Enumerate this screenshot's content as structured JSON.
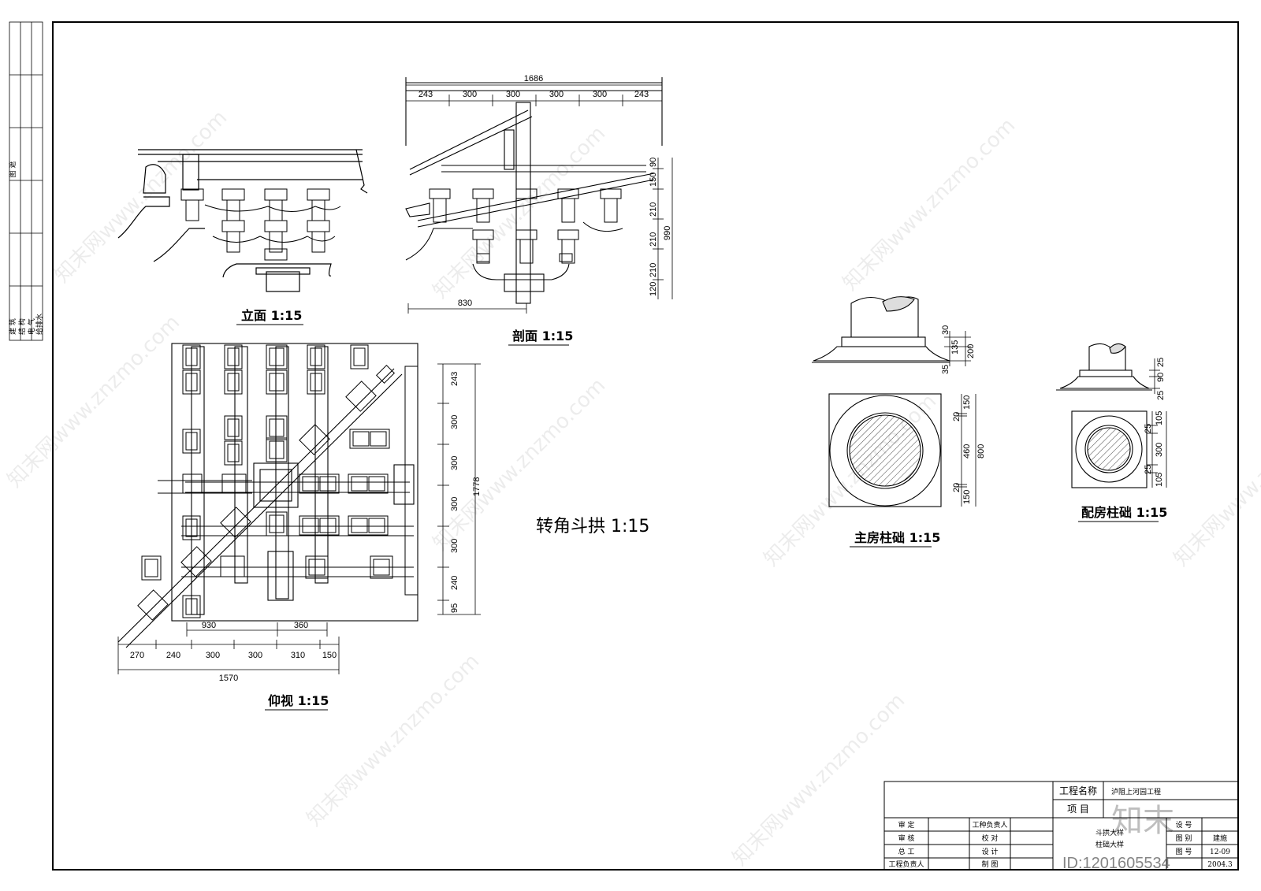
{
  "drawing": {
    "views": {
      "elevation": {
        "label": "立面 1:15"
      },
      "section": {
        "label": "剖面 1:15",
        "top_total": "1686",
        "top_dims": [
          "243",
          "300",
          "300",
          "300",
          "300",
          "243"
        ],
        "right_dims": [
          "90",
          "150",
          "210",
          "210",
          "210",
          "120"
        ],
        "right_total": "990",
        "bottom_dim": "830"
      },
      "bottom_view": {
        "label": "仰视 1:15",
        "right_dims": [
          "243",
          "300",
          "300",
          "300",
          "300",
          "240",
          "95"
        ],
        "right_total": "1778",
        "bottom_dims_1": [
          "930",
          "360"
        ],
        "bottom_dims_2": [
          "270",
          "240",
          "300",
          "300",
          "310",
          "150"
        ],
        "bottom_total": "1570"
      },
      "main_title": "转角斗拱 1:15",
      "main_base": {
        "label": "主房柱础 1:15",
        "elev_dims": [
          "30",
          "135",
          "200",
          "35"
        ],
        "plan_dims": [
          "150",
          "20",
          "460",
          "800",
          "20",
          "150"
        ]
      },
      "side_base": {
        "label": "配房柱础 1:15",
        "elev_dims": [
          "25",
          "90",
          "25"
        ],
        "plan_dims": [
          "105",
          "25",
          "300",
          "25",
          "105"
        ]
      }
    },
    "sidebar": {
      "top_label": "图 遮",
      "trades": [
        "建 筑",
        "结 构",
        "电 气",
        "给排水"
      ]
    },
    "title_block": {
      "project_name_label": "工程名称",
      "project_name": "泸阻上河园工程",
      "item_label": "项 目",
      "drawing_name_1": "斗拱大样",
      "drawing_name_2": "柱础大样",
      "roles_left": [
        "审 定",
        "审 核",
        "总 工",
        "工程负责人"
      ],
      "roles_mid": [
        "工种负责人",
        "校 对",
        "设 计",
        "制 图"
      ],
      "right_labels": [
        "设 号",
        "图 别",
        "图 号"
      ],
      "right_values": [
        "",
        "建施",
        "12-09"
      ],
      "date_frag": "2004.3"
    },
    "watermark": {
      "text": "知末网www.znzmo.com",
      "logo": "知末",
      "id": "ID:1201605534"
    }
  }
}
